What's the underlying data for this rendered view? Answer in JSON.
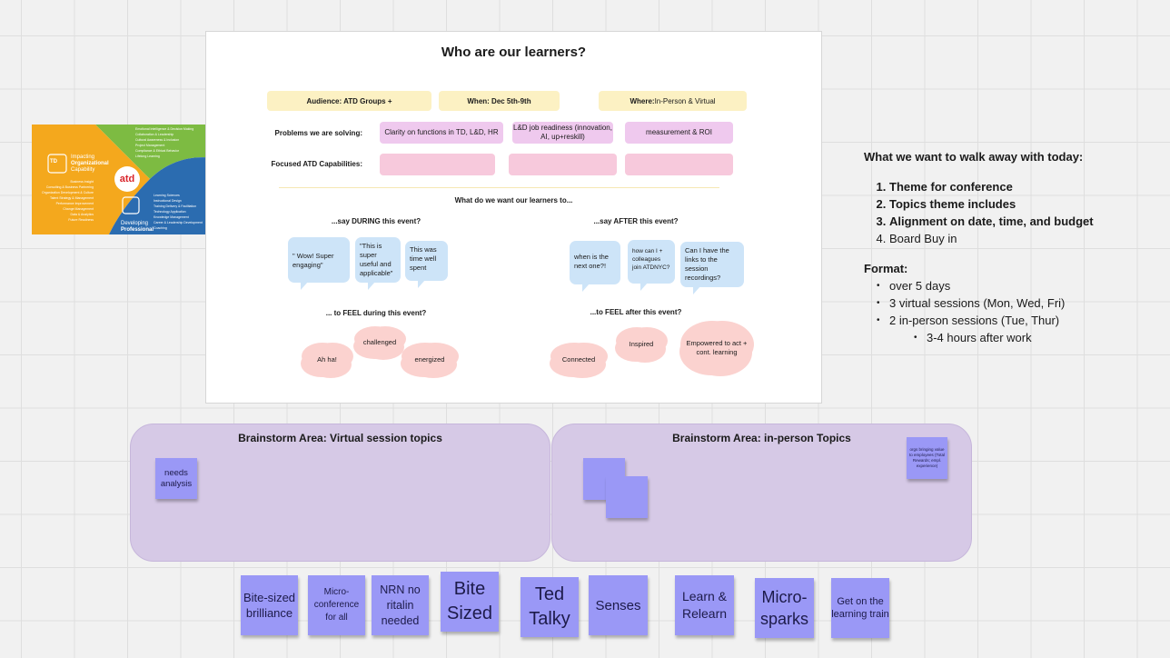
{
  "frame": {
    "title": "Who are our learners?",
    "chips": {
      "audience": "Audience: ATD Groups +",
      "when": "When: Dec 5th-9th",
      "where_bold": "Where:",
      "where_rest": " In-Person & Virtual"
    },
    "rows": {
      "problems_label": "Problems we are solving:",
      "problems": [
        "Clarity on functions in TD, L&D, HR",
        "L&D job readiness (innovation, AI, up+reskill)",
        "measurement & ROI"
      ],
      "capabilities_label": "Focused ATD Capabilities:"
    },
    "want_heading": "What do we want our learners to...",
    "say_during": "...say DURING this event?",
    "say_after": "...say AFTER this event?",
    "during_bubbles": [
      "\" Wow! Super engaging\"",
      "\"This is super useful and applicable\"",
      "This was time well spent"
    ],
    "after_bubbles": [
      "when is the next one?!",
      "how can I + colleagues join ATDNYC?",
      "Can I have the links to the session recordings?"
    ],
    "feel_during": "... to FEEL during this event?",
    "feel_after": "...to FEEL after this event?",
    "during_clouds": [
      "Ah ha!",
      "challenged",
      "energized"
    ],
    "after_clouds": [
      "Connected",
      "Inspired",
      "Empowered to act + cont. learning"
    ]
  },
  "logo": {
    "brand": "atd",
    "td_badge": "TD",
    "left_title_1": "Impacting",
    "left_title_2": "Organizational",
    "left_title_3": "Capability",
    "bottom_title_1": "Developing",
    "bottom_title_2": "Professional",
    "top_items": [
      "Emotional Intelligence & Decision Making",
      "Collaboration & Leadership",
      "Cultural Awareness & Inclusion",
      "Project Management",
      "Compliance & Ethical Behavior",
      "Lifelong Learning"
    ],
    "left_items": [
      "Business Insight",
      "Consulting & Business Partnering",
      "Organization Development & Culture",
      "Talent Strategy & Management",
      "Performance Improvement",
      "Change Management",
      "Data & Analytics",
      "Future Readiness"
    ],
    "bottom_items": [
      "Learning Sciences",
      "Instructional Design",
      "Training Delivery & Facilitation",
      "Technology Application",
      "Knowledge Management",
      "Career & Leadership Development",
      "Coaching"
    ],
    "colors": {
      "green": "#7dbb42",
      "orange": "#f4a81d",
      "blue": "#2b6cb0"
    }
  },
  "right_panel": {
    "heading": "What we want to walk away with today:",
    "goals": [
      {
        "text": "Theme for conference",
        "bold": true
      },
      {
        "text": "Topics theme includes",
        "bold": true
      },
      {
        "text": " Alignment on date, time, and budget",
        "bold": true
      },
      {
        "text": "Board Buy in",
        "bold": false
      }
    ],
    "format_heading": "Format:",
    "format_items": [
      "over 5 days",
      "3 virtual sessions (Mon, Wed, Fri)",
      "2 in-person sessions (Tue, Thur)"
    ],
    "format_sub_items": [
      "3-4 hours after work"
    ]
  },
  "brainstorm": {
    "virtual_title": "Brainstorm Area: Virtual session topics",
    "inperson_title": "Brainstorm Area: in-person Topics",
    "virtual_notes": [
      "needs analysis"
    ],
    "inperson_notes": [
      "orgs bringing value to employees (Total Rewards; empl. experience)"
    ]
  },
  "theme_stickies": [
    "Bite-sized brilliance",
    "Micro-conference for all",
    "NRN no ritalin needed",
    "Bite Sized",
    "Ted Talky",
    "Senses",
    "Learn & Relearn",
    "Micro-sparks",
    "Get on the learning train"
  ],
  "colors": {
    "sticky": "#9a98f6",
    "area": "#d6c9e6",
    "chip_yellow": "#fcf1c3",
    "chip_purple": "#efc9ee",
    "chip_pink": "#f7c9dc",
    "bubble": "#cde4f8",
    "cloud": "#fbd2cf"
  }
}
